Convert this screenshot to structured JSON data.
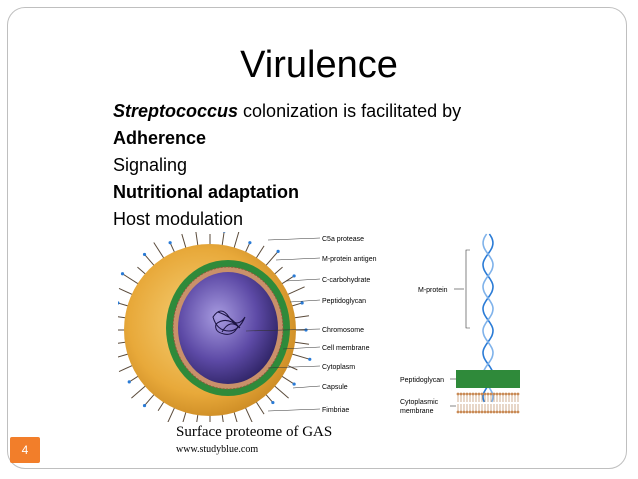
{
  "slide": {
    "title": "Virulence",
    "bullets": {
      "line1_italic": "Streptococcus",
      "line1_rest": " colonization is facilitated by",
      "line2": "Adherence",
      "line3": "Signaling",
      "line4": "Nutritional adaptation",
      "line5": "Host modulation"
    },
    "figure": {
      "labels_left": [
        "C5a protease",
        "M-protein antigen",
        "C-carbohydrate",
        "Peptidoglycan",
        "Chromosome",
        "Cell membrane",
        "Cytoplasm",
        "Capsule",
        "Fimbriae"
      ],
      "labels_right": {
        "m_protein": "M-protein",
        "peptidoglycan": "Peptidoglycan",
        "cytoplasmic_1": "Cytoplasmic",
        "cytoplasmic_2": "membrane"
      },
      "caption": "Surface proteome of GAS",
      "source": "www.studyblue.com"
    },
    "slide_number": "4",
    "colors": {
      "accent": "#f27e2a",
      "capsule": "#e8b54a",
      "peptidoglycan": "#2f8a3a",
      "cytoplasm": "#4b3a8c",
      "frame": "#bfbfbf"
    }
  }
}
